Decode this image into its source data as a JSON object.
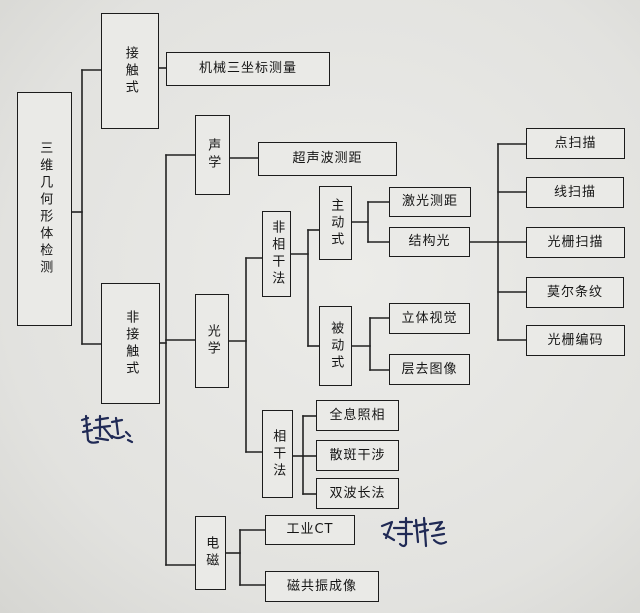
{
  "diagram": {
    "root": "三维几何形体检测",
    "contact": "接触式",
    "cmm": "机械三坐标测量",
    "noncontact": "非接触式",
    "acoustic": "声学",
    "ultrasonic": "超声波测距",
    "optical": "光学",
    "noninterf": "非相干法",
    "active": "主动式",
    "laser_ranging": "激光测距",
    "structured_light": "结构光",
    "point_scan": "点扫描",
    "line_scan": "线扫描",
    "grating_scan": "光栅扫描",
    "moire": "莫尔条纹",
    "grating_code": "光栅编码",
    "passive": "被动式",
    "stereo": "立体视觉",
    "layer_image": "层去图像",
    "interf": "相干法",
    "holography": "全息照相",
    "speckle": "散斑干涉",
    "dual_wave": "双波长法",
    "em": "电磁",
    "industrial_ct": "工业CT",
    "mri": "磁共振成像"
  }
}
